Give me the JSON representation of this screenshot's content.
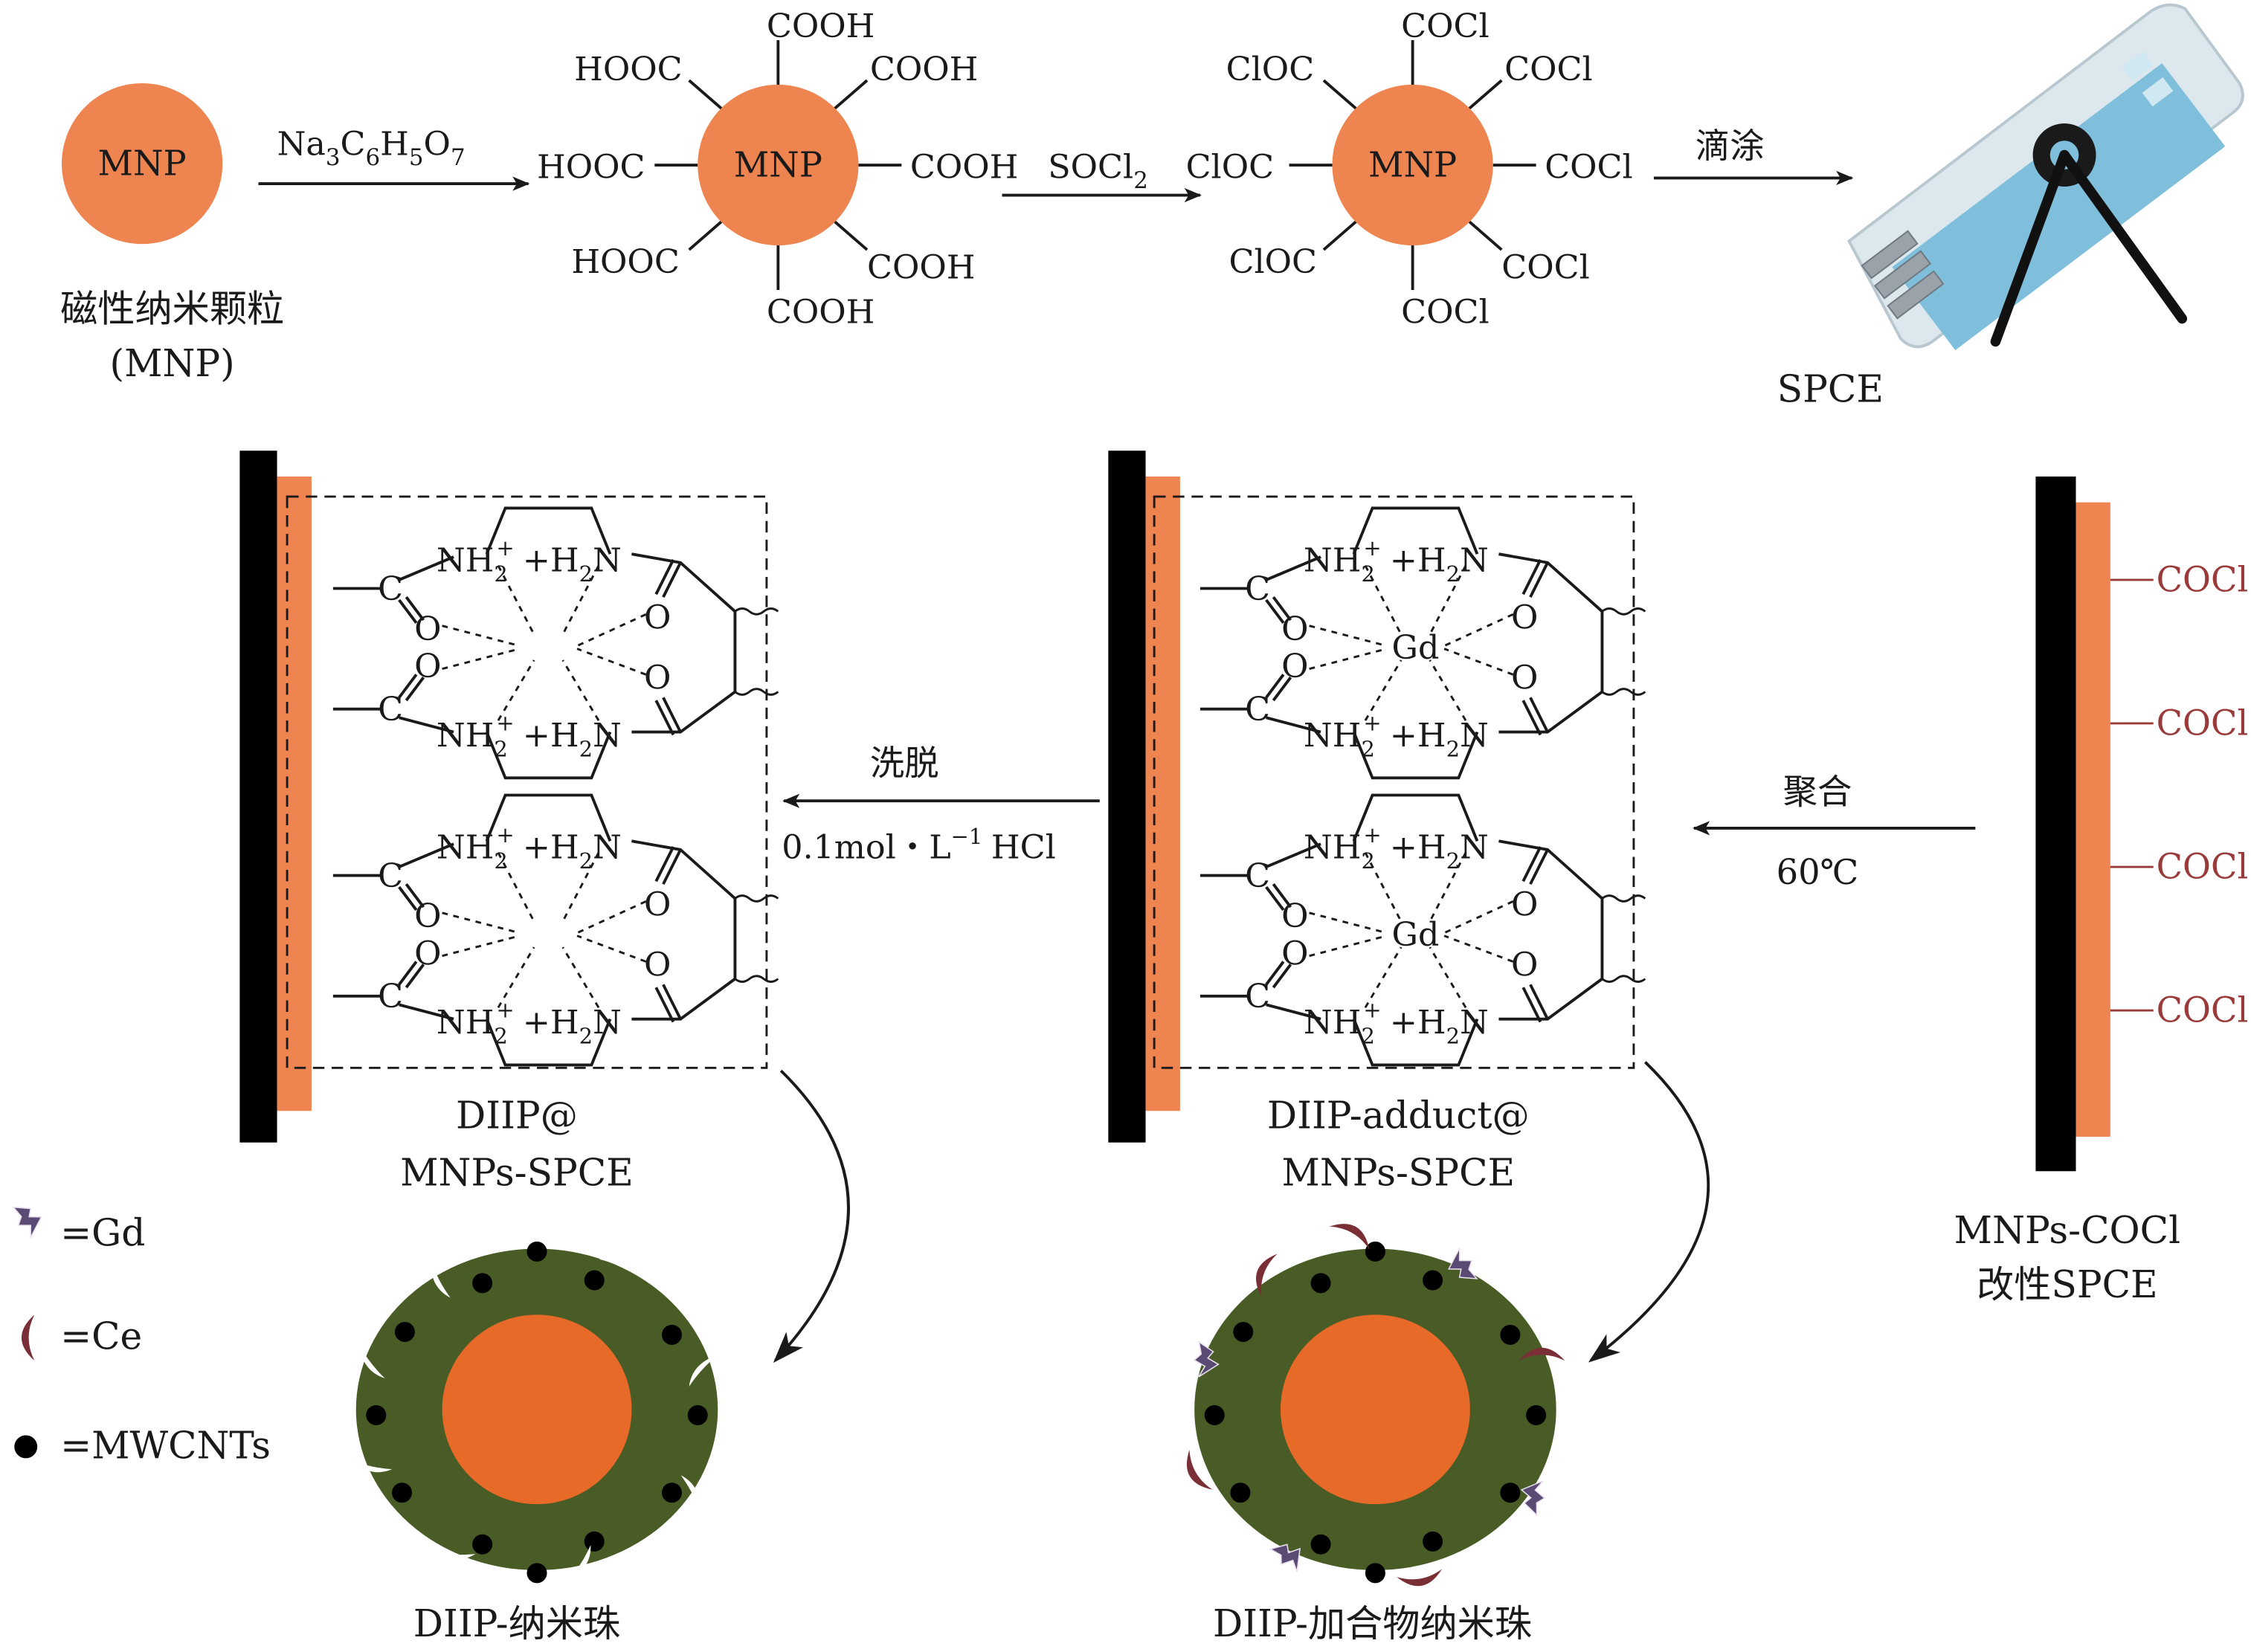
{
  "particle": {
    "core": "MNP",
    "name_zh": "磁性纳米颗粒",
    "name_en": "(MNP)"
  },
  "groups": {
    "carboxyl_right": "COOH",
    "carboxyl_left": "HOOC",
    "acyl_right": "COCl",
    "acyl_left": "ClOC"
  },
  "reagents": {
    "citrate": {
      "base": "Na",
      "s1": "3",
      "p2": "C",
      "s2": "6",
      "p3": "H",
      "s3": "5",
      "p4": "O",
      "s4": "7"
    },
    "thionyl": {
      "base": "SOCl",
      "sub": "2"
    },
    "drop_coat": "滴涂",
    "polymerize": "聚合",
    "polymerize_temp": "60℃",
    "elute": "洗脱",
    "elute_conc": {
      "base": "0.1mol・L",
      "sup": "−1",
      "tail": "HCl"
    }
  },
  "electrodes": {
    "spce": "SPCE",
    "modified": {
      "line1": "MNPs-COCl",
      "line2": "改性SPCE"
    },
    "adduct": {
      "line1": "DIIP-adduct@",
      "line2": "MNPs-SPCE"
    },
    "diip": {
      "line1": "DIIP@",
      "line2": "MNPs-SPCE"
    }
  },
  "structure": {
    "amine_a": {
      "base": "NH",
      "sub": "2",
      "sup": "+"
    },
    "amine_b": {
      "plus": "+",
      "base": "H",
      "sub": "2",
      "tail": "N"
    },
    "carbon": "C",
    "oxygen": "O",
    "metal": "Gd"
  },
  "beads": {
    "adduct_bead": "DIIP-加合物纳米珠",
    "diip_bead": "DIIP-纳米珠"
  },
  "legend": {
    "gd": "=Gd",
    "ce": "=Ce",
    "mwcnt": "=MWCNTs"
  },
  "colors": {
    "mnp": "#ee8450",
    "bead_shell": "#4a5c26",
    "bead_core": "#e86a28",
    "ce": "#7a2e35",
    "gd": "#5b4a73",
    "electrode": "#000000",
    "layer": "#ee8450"
  }
}
